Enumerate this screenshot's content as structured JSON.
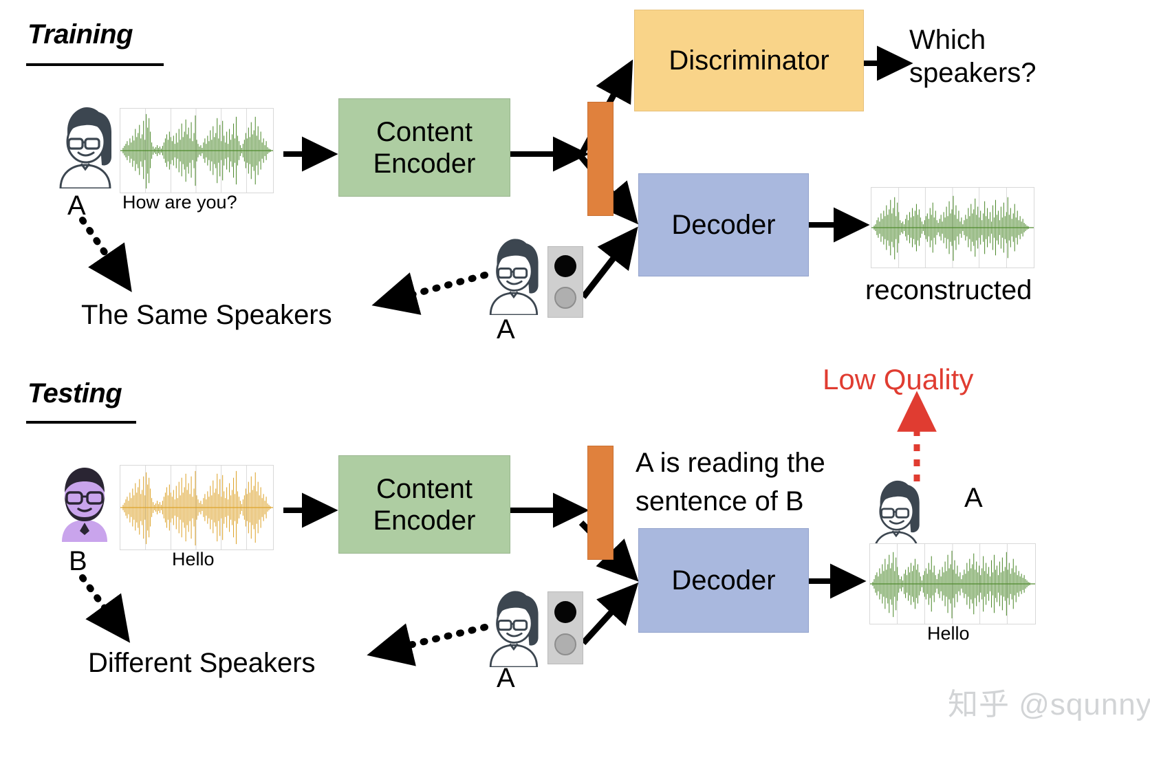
{
  "training": {
    "section_label": "Training",
    "speaker_in_label": "A",
    "waveform_caption": "How are you?",
    "content_encoder_label": "Content\nEncoder",
    "discriminator_label": "Discriminator",
    "discriminator_output": "Which\nspeakers?",
    "decoder_label": "Decoder",
    "output_caption": "reconstructed",
    "speaker_ref_label": "A",
    "relation_label": "The Same Speakers"
  },
  "testing": {
    "section_label": "Testing",
    "speaker_in_label": "B",
    "waveform_caption": "Hello",
    "content_encoder_label": "Content\nEncoder",
    "decoder_label": "Decoder",
    "note_label": "A is reading the\nsentence of B",
    "quality_label": "Low Quality",
    "output_speaker_label": "A",
    "output_caption": "Hello",
    "speaker_ref_label": "A",
    "relation_label": "Different Speakers"
  },
  "watermark": {
    "text": "知乎 @squnny"
  },
  "colors": {
    "encoder_green": "#AECDA2",
    "discriminator_yellow": "#F9D489",
    "decoder_blue": "#A9B8DE",
    "content_embedding_orange": "#E0813D",
    "speaker_embedding_gray": "#CFCFCF",
    "waveform_green": "#4F8A2E",
    "waveform_gold": "#DDA32B",
    "low_quality_red": "#E03C31",
    "avatar_dark": "#3C4650",
    "avatar_purple": "#C9A4EC",
    "watermark_gray": "#D2D4D6"
  },
  "icons": {
    "speaker_a": "woman-ponytail-glasses-avatar-icon",
    "speaker_b": "bearded-man-avatar-icon",
    "speaker_embedding": "speaker-embedding-icon",
    "content_embedding": "content-embedding-bar-icon"
  }
}
